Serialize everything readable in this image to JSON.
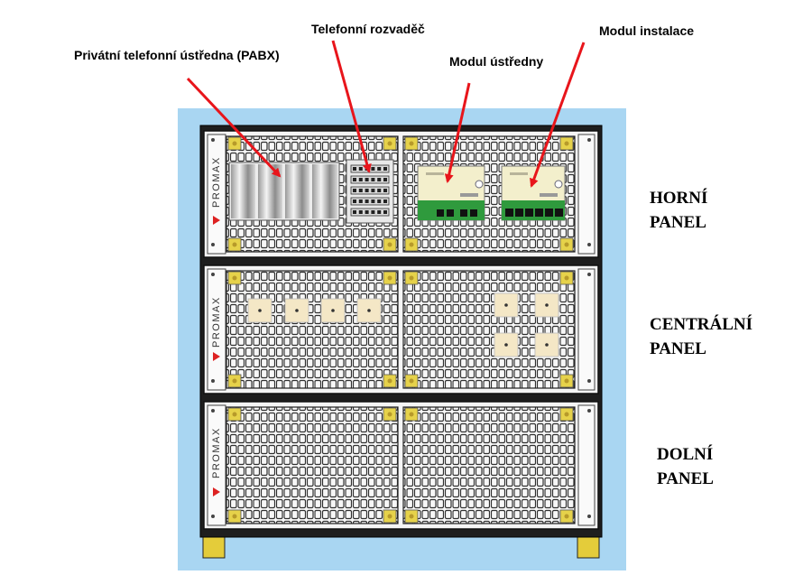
{
  "callouts": {
    "pabx": "Privátní telefonní ústředna (PABX)",
    "phone_board": "Telefonní rozvaděč",
    "central_module": "Modul ústředny",
    "install_module": "Modul instalace"
  },
  "panels": {
    "top": {
      "line1": "HORNÍ",
      "line2": "PANEL"
    },
    "middle": {
      "line1": "CENTRÁLNÍ",
      "line2": "PANEL"
    },
    "bottom": {
      "line1": "DOLNÍ",
      "line2": "PANEL"
    }
  },
  "brand": "PROMAX",
  "colors": {
    "background_blue": "#a9d6f2",
    "arrow_red": "#e8151b",
    "module_green": "#2f9a3d",
    "module_body": "#f3efcc",
    "rack_frame": "#1b1b1b",
    "mount_yellow": "#e6d24a"
  }
}
